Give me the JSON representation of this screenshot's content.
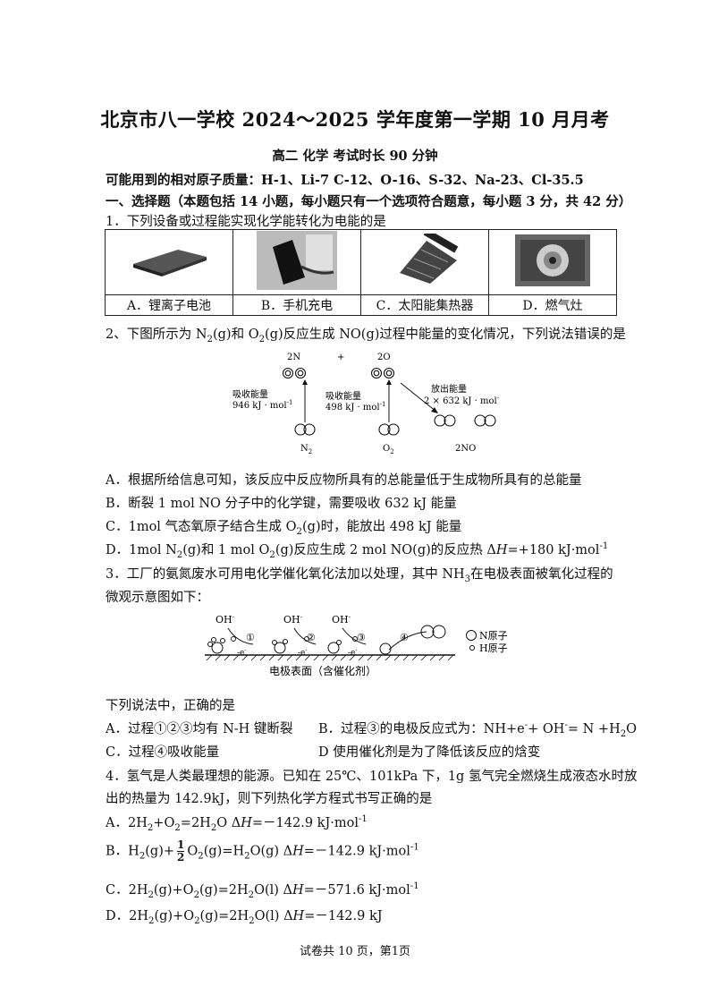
{
  "title": "北京市八一学校 2024～2025 学年度第一学期 10 月月考",
  "subtitle": "高二  化学    考试时长 90 分钟",
  "atomic_masses": "可能用到的相对原子质量：H-1、Li-7   C-12、O-16、S-32、Na-23、Cl-35.5",
  "section1": "一、选择题（本题包括 14 小题，每小题只有一个选项符合题意，每小题 3 分，共 42 分）",
  "q1": {
    "stem": "1．下列设备或过程能实现化学能转化为电能的是",
    "options": [
      "A．锂离子电池",
      "B．手机充电",
      "C．太阳能集热器",
      "D．燃气灶"
    ]
  },
  "q2": {
    "stem_pre": "2、下图所示为 N",
    "stem_mid1": "(g)和 O",
    "stem_mid2": "(g)反应生成 NO(g)过程中能量的变化情况，下列说法错误的是",
    "sub2": "2",
    "diagram": {
      "label_2N": "2N",
      "label_plus": "+",
      "label_2O": "2O",
      "absorb1": "吸收能量",
      "absorb1_val": "946 kJ · mol",
      "absorb2": "吸收能量",
      "absorb2_val": "498 kJ · mol",
      "release": "放出能量",
      "release_val": "2 × 632 kJ · mol",
      "sup_neg1": "-1",
      "sup_neg": "-",
      "label_N2": "N",
      "label_O2": "O",
      "label_2NO": "2NO"
    },
    "A": "A．根据所给信息可知，该反应中反应物所具有的总能量低于生成物所具有的总能量",
    "B": "B．断裂 1 mol NO 分子中的化学键，需要吸收 632 kJ 能量",
    "C_pre": "C．1mol 气态氧原子结合生成 O",
    "C_post": "(g)时，能放出 498 kJ 能量",
    "D_pre": "D．1mol N",
    "D_mid1": "(g)和 1 mol O",
    "D_mid2": "(g)反应生成 2 mol NO(g)的反应热 Δ",
    "D_H": "H",
    "D_post": "=+180 kJ·mol"
  },
  "q3": {
    "stem1_pre": "3．工厂的氨氮废水可用电化学催化氧化法加以处理，其中 NH",
    "stem1_post": "在电极表面被氧化过程的",
    "sub3": "3",
    "stem2": "微观示意图如下：",
    "diagram": {
      "oh": "OH",
      "step1": "①",
      "step2": "②",
      "step3": "③",
      "step4": "④",
      "e": "-e",
      "surface": "电极表面（含催化剂）",
      "legend_n": "N原子",
      "legend_h": "H原子"
    },
    "lead": "下列说法中，正确的是",
    "A": "A．过程①②③均有 N-H 键断裂",
    "B": "B．过程③的电极反应式为：NH+e",
    "B_post": "+ OH",
    "B_end": "= N +H",
    "B_tail": "O",
    "C": "C．过程④吸收能量",
    "D": "D   使用催化剂是为了降低该反应的焓变"
  },
  "q4": {
    "stem1": "4．氢气是人类最理想的能源。已知在 25℃、101kPa 下，1g  氢气完全燃烧生成液态水时放",
    "stem2": "出的热量为 142.9kJ，则下列热化学方程式书写正确的是",
    "A_pre": "A．2H",
    "A_mid1": "+O",
    "A_mid2": "=2H",
    "A_mid3": "O   Δ",
    "A_val": "=－142.9 kJ·mol",
    "B_pre": "B．H",
    "B_mid1": "(g)+",
    "B_num": "1",
    "B_den": "2",
    "B_mid2": "O",
    "B_mid3": "(g)=H",
    "B_mid4": "O(g)    Δ",
    "B_val": "=－142.9 kJ·mol",
    "C_pre": "C．2H",
    "C_mid1": "(g)+O",
    "C_mid2": "(g)=2H",
    "C_mid3": "O(l)   Δ",
    "C_val": "=－571.6 kJ·mol",
    "D_pre": "D．2H",
    "D_mid1": "(g)+O",
    "D_mid2": "(g)=2H",
    "D_mid3": "O(l)   Δ",
    "D_val": "=－142.9 kJ",
    "H": "H",
    "two": "2",
    "neg1": "-1"
  },
  "footer": "试卷共 10 页，第1页"
}
